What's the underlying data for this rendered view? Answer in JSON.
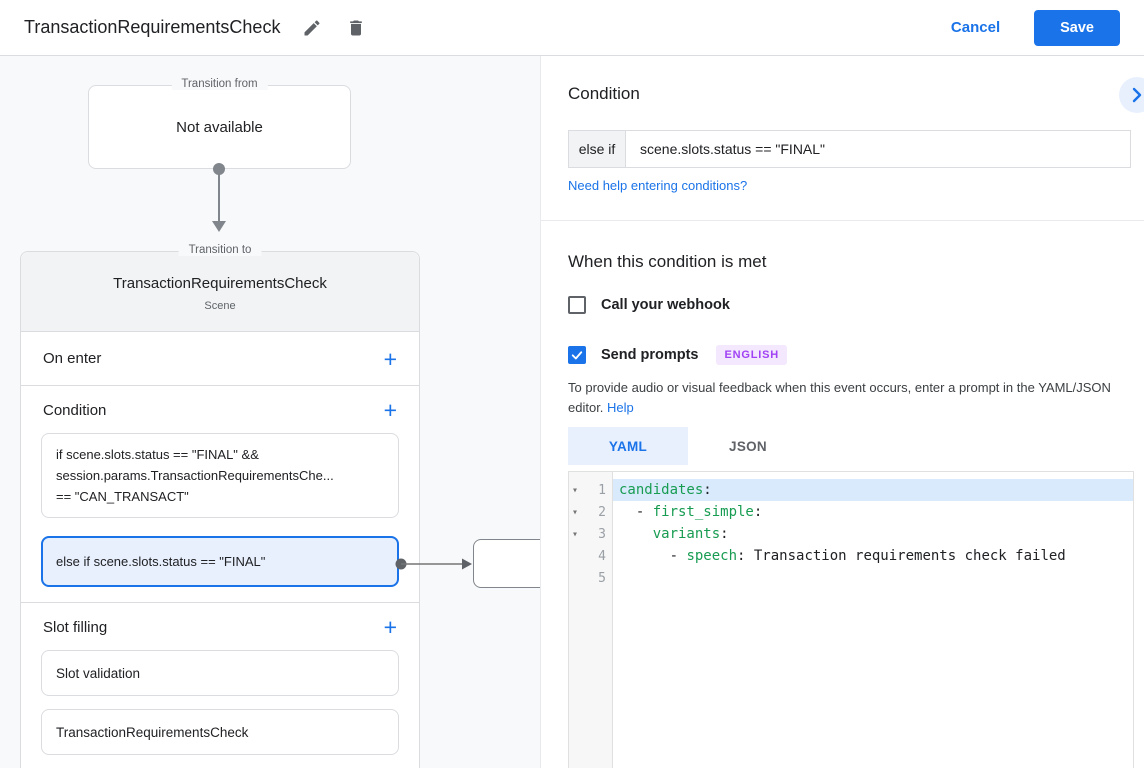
{
  "header": {
    "title": "TransactionRequirementsCheck",
    "cancel_label": "Cancel",
    "save_label": "Save"
  },
  "canvas": {
    "transition_from": {
      "legend": "Transition from",
      "content": "Not available"
    },
    "scene": {
      "legend": "Transition to",
      "title": "TransactionRequirementsCheck",
      "subtitle": "Scene",
      "on_enter_label": "On enter",
      "condition_label": "Condition",
      "condition_cards": [
        {
          "line1": "if scene.slots.status == \"FINAL\" &&",
          "line2": "session.params.TransactionRequirementsChe...",
          "line3": "== \"CAN_TRANSACT\""
        },
        {
          "line1": "else if scene.slots.status == \"FINAL\""
        }
      ],
      "slot_filling_label": "Slot filling",
      "slot_cards": [
        "Slot validation",
        "TransactionRequirementsCheck"
      ]
    }
  },
  "panel": {
    "condition_heading": "Condition",
    "condition_prefix": "else if",
    "condition_value": "scene.slots.status == \"FINAL\"",
    "help_link": "Need help entering conditions?",
    "when_heading": "When this condition is met",
    "webhook_label": "Call your webhook",
    "prompts_label": "Send prompts",
    "language_badge": "ENGLISH",
    "hint_text": "To provide audio or visual feedback when this event occurs, enter a prompt in the YAML/JSON editor. ",
    "help_label": "Help",
    "tabs": [
      {
        "label": "YAML",
        "active": true
      },
      {
        "label": "JSON",
        "active": false
      }
    ]
  },
  "editor": {
    "lines": [
      {
        "num": "1",
        "fold": true,
        "active": true,
        "segs": [
          [
            "key",
            "candidates"
          ],
          [
            "plain",
            ":"
          ]
        ]
      },
      {
        "num": "2",
        "fold": true,
        "active": false,
        "segs": [
          [
            "plain",
            "  - "
          ],
          [
            "key",
            "first_simple"
          ],
          [
            "plain",
            ":"
          ]
        ]
      },
      {
        "num": "3",
        "fold": true,
        "active": false,
        "segs": [
          [
            "plain",
            "    "
          ],
          [
            "key",
            "variants"
          ],
          [
            "plain",
            ":"
          ]
        ]
      },
      {
        "num": "4",
        "fold": false,
        "active": false,
        "segs": [
          [
            "plain",
            "      - "
          ],
          [
            "key",
            "speech"
          ],
          [
            "plain",
            ": Transaction requirements check failed"
          ]
        ]
      },
      {
        "num": "5",
        "fold": false,
        "active": false,
        "segs": []
      }
    ]
  },
  "colors": {
    "accent_blue": "#1a73e8",
    "selected_card_bg": "#e8f0fe",
    "code_key_green": "#189c52",
    "badge_purple_text": "#a142f4",
    "badge_purple_bg": "#f3e8fd",
    "canvas_bg": "#f8f9fa"
  }
}
